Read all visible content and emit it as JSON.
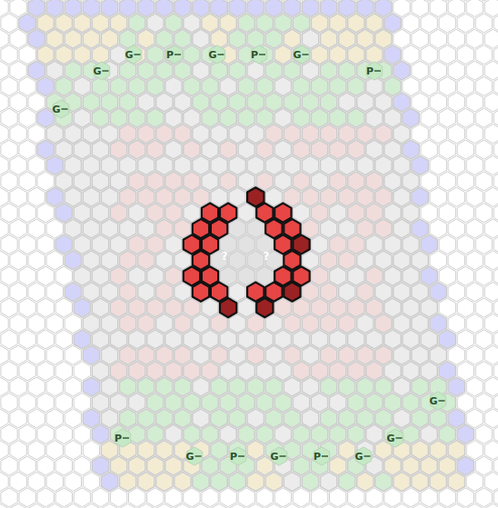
{
  "diagram": {
    "labels": [
      "G",
      "P",
      "G",
      "P",
      "G",
      "G",
      "P",
      "G",
      "G",
      "P",
      "G",
      "G",
      "P",
      "G",
      "P",
      "G",
      "?",
      "?"
    ]
  }
}
